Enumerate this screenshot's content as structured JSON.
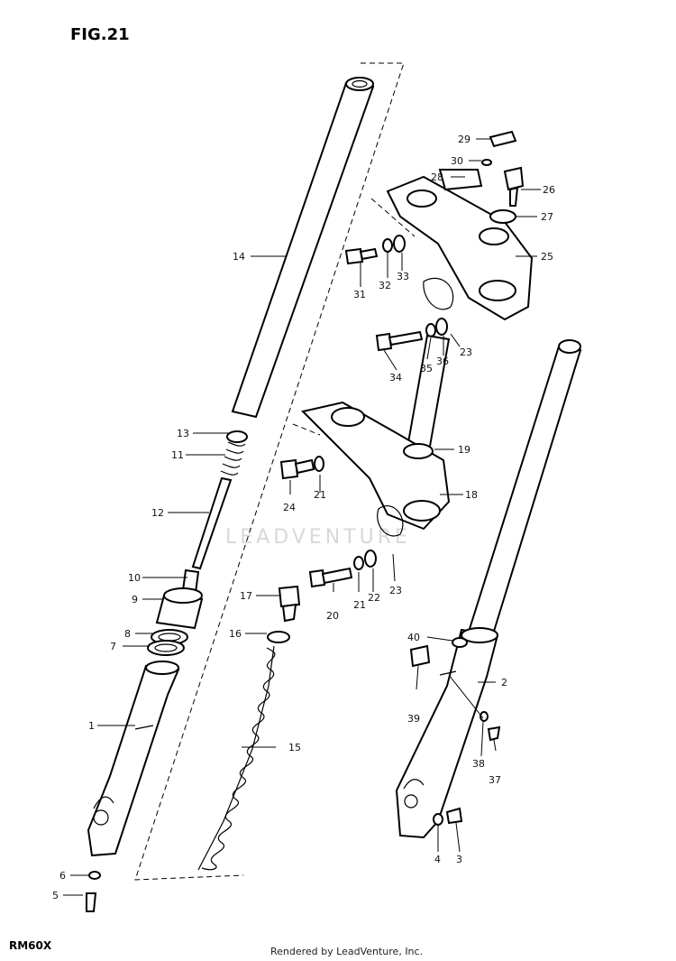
{
  "figure": {
    "title": "FIG.21",
    "model": "RM60X",
    "credit": "Rendered by LeadVenture, Inc.",
    "watermark": "LEADVENTURE"
  },
  "callouts": [
    {
      "id": "c1",
      "label": "1"
    },
    {
      "id": "c2",
      "label": "2"
    },
    {
      "id": "c3",
      "label": "3"
    },
    {
      "id": "c4",
      "label": "4"
    },
    {
      "id": "c5",
      "label": "5"
    },
    {
      "id": "c6",
      "label": "6"
    },
    {
      "id": "c7",
      "label": "7"
    },
    {
      "id": "c8",
      "label": "8"
    },
    {
      "id": "c9",
      "label": "9"
    },
    {
      "id": "c10",
      "label": "10"
    },
    {
      "id": "c11",
      "label": "11"
    },
    {
      "id": "c12",
      "label": "12"
    },
    {
      "id": "c13",
      "label": "13"
    },
    {
      "id": "c14",
      "label": "14"
    },
    {
      "id": "c15",
      "label": "15"
    },
    {
      "id": "c16",
      "label": "16"
    },
    {
      "id": "c17",
      "label": "17"
    },
    {
      "id": "c18",
      "label": "18"
    },
    {
      "id": "c19",
      "label": "19"
    },
    {
      "id": "c20",
      "label": "20"
    },
    {
      "id": "c21a",
      "label": "21"
    },
    {
      "id": "c21b",
      "label": "21"
    },
    {
      "id": "c22",
      "label": "22"
    },
    {
      "id": "c23a",
      "label": "23"
    },
    {
      "id": "c23b",
      "label": "23"
    },
    {
      "id": "c24",
      "label": "24"
    },
    {
      "id": "c25",
      "label": "25"
    },
    {
      "id": "c26",
      "label": "26"
    },
    {
      "id": "c27",
      "label": "27"
    },
    {
      "id": "c28",
      "label": "28"
    },
    {
      "id": "c29",
      "label": "29"
    },
    {
      "id": "c30",
      "label": "30"
    },
    {
      "id": "c31",
      "label": "31"
    },
    {
      "id": "c32",
      "label": "32"
    },
    {
      "id": "c33",
      "label": "33"
    },
    {
      "id": "c34",
      "label": "34"
    },
    {
      "id": "c35",
      "label": "35"
    },
    {
      "id": "c36",
      "label": "36"
    },
    {
      "id": "c37",
      "label": "37"
    },
    {
      "id": "c38",
      "label": "38"
    },
    {
      "id": "c39",
      "label": "39"
    },
    {
      "id": "c40",
      "label": "40"
    }
  ]
}
